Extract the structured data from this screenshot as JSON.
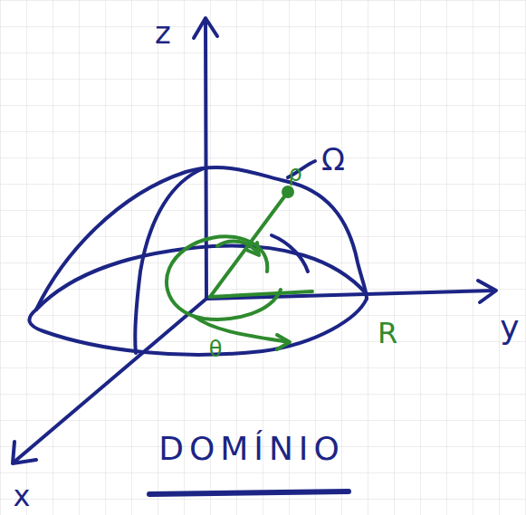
{
  "diagram": {
    "caption": "DOMÍNIO",
    "labels": [
      "z",
      "y",
      "x",
      "Ω",
      "ρ",
      "θ",
      "R"
    ]
  }
}
